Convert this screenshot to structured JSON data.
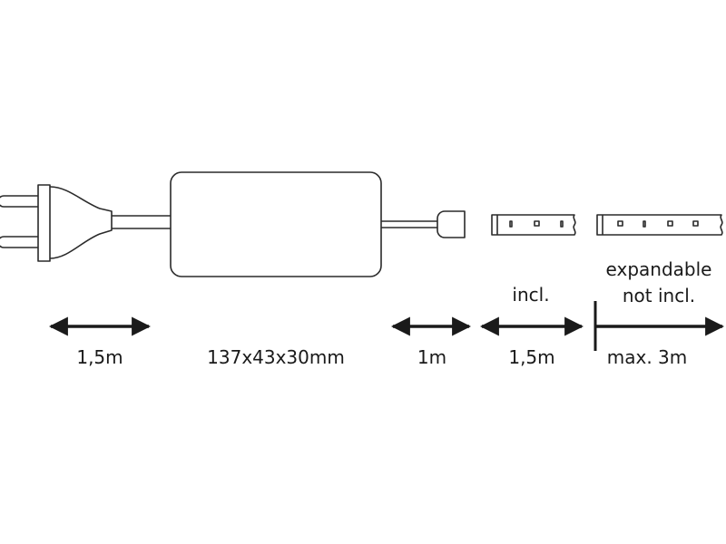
{
  "labels": {
    "plug_cable_length": "1,5m",
    "driver_dimensions": "137x43x30mm",
    "connector_cable_length": "1m",
    "strip_included_note": "incl.",
    "strip_included_length": "1,5m",
    "expandable_line1": "expandable",
    "expandable_line2": "not incl.",
    "expandable_max": "max. 3m"
  },
  "colors": {
    "stroke": "#2a2a2a",
    "text": "#1a1a1a",
    "background": "#ffffff"
  }
}
